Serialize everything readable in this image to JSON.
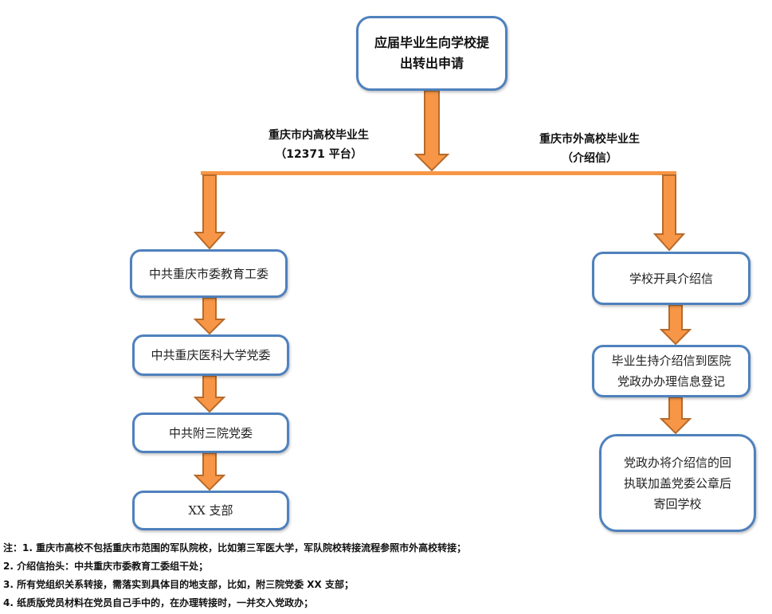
{
  "diagram": {
    "start": {
      "lines": [
        "应届毕业生向学校提",
        "出转出申请"
      ]
    },
    "branches": {
      "left": {
        "label_lines": [
          "重庆市内高校毕业生",
          "（12371 平台）"
        ]
      },
      "right": {
        "label_lines": [
          "重庆市外高校毕业生",
          "（介绍信）"
        ]
      }
    },
    "left_steps": [
      {
        "lines": [
          "中共重庆市委教育工委"
        ]
      },
      {
        "lines": [
          "中共重庆医科大学党委"
        ]
      },
      {
        "lines": [
          "中共附三院党委"
        ]
      },
      {
        "lines": [
          "XX 支部"
        ]
      }
    ],
    "right_steps": [
      {
        "lines": [
          "学校开具介绍信"
        ]
      },
      {
        "lines": [
          "毕业生持介绍信到医院",
          "党政办办理信息登记"
        ]
      },
      {
        "lines": [
          "党政办将介绍信的回",
          "执联加盖党委公章后",
          "寄回学校"
        ]
      }
    ],
    "colors": {
      "arrow_fill": "#f79646",
      "arrow_stroke": "#b66a2b",
      "box_border": "#4f81bd"
    }
  },
  "notes": [
    "注：1. 重庆市高校不包括重庆市范围的军队院校，比如第三军医大学，军队院校转接流程参照市外高校转接；",
    "2. 介绍信抬头：中共重庆市委教育工委组干处；",
    "3. 所有党组织关系转接，需落实到具体目的地支部，比如，附三院党委 XX 支部；",
    "4. 纸质版党员材料在党员自己手中的，在办理转接时，一并交入党政办；"
  ]
}
